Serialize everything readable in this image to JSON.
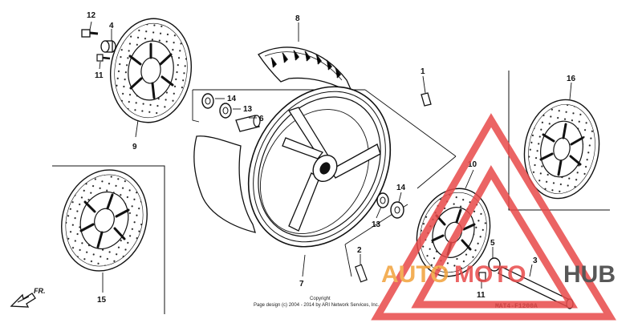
{
  "parts": {
    "p1": "1",
    "p2": "2",
    "p3": "3",
    "p4": "4",
    "p5": "5",
    "p6": "6",
    "p7": "7",
    "p8": "8",
    "p9": "9",
    "p10": "10",
    "p11a": "11",
    "p11b": "11",
    "p12": "12",
    "p13a": "13",
    "p13b": "13",
    "p14a": "14",
    "p14b": "14",
    "p15": "15",
    "p16": "16"
  },
  "direction_label": "FR.",
  "diagram_code": "MAT4-F1200A",
  "copyright": {
    "line1": "Copyright",
    "line2": "Page design (c) 2004 - 2014 by ARI Network Services, Inc."
  },
  "watermark": {
    "text_part1": "AUTO",
    "text_part2": "MOTO",
    "text_part3": "HUB",
    "color_primary": "#e84a4a",
    "color_secondary": "#f2a23a",
    "color_dark": "#3a3a3a"
  }
}
